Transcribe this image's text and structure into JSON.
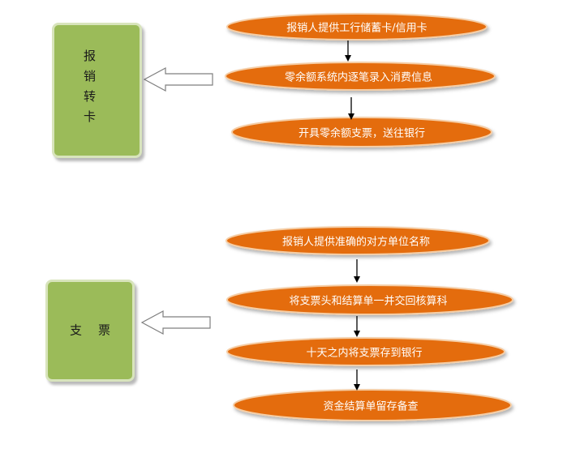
{
  "reimburse_card": {
    "label_chars": [
      "报",
      "销",
      "转",
      "卡"
    ],
    "steps": [
      "报销人提供工行储蓄卡/信用卡",
      "零余额系统内逐笔录入消费信息",
      "开具零余额支票，送往银行"
    ]
  },
  "check": {
    "label_chars": [
      "支",
      "票"
    ],
    "steps": [
      "报销人提供准确的对方单位名称",
      "将支票头和结算单一并交回核算科",
      "十天之内将支票存到银行",
      "资金结算单留存备查"
    ]
  },
  "colors": {
    "box_fill": "#9bbb59",
    "box_border": "#d8e4bc",
    "pill_fill": "#e46c0a",
    "pill_border": "#f5cda5",
    "arrow": "#000000",
    "block_arrow_outline": "#7f7f7f"
  }
}
